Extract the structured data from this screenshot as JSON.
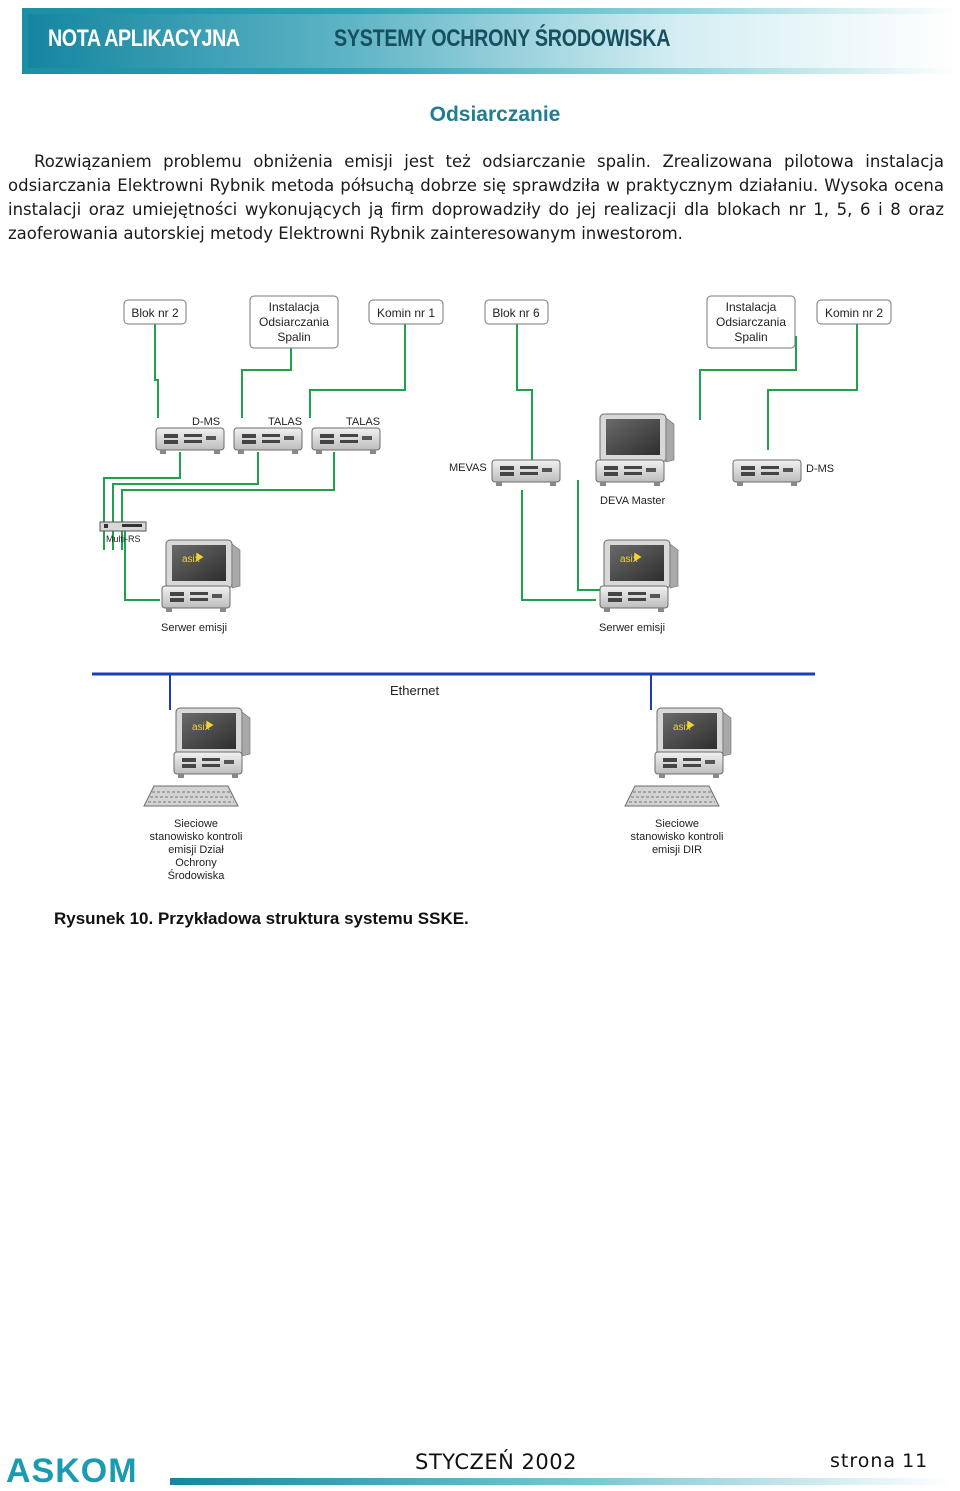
{
  "header": {
    "left_title": "NOTA APLIKACYJNA",
    "right_title": "SYSTEMY OCHRONY ŚRODOWISKA"
  },
  "section_title": "Odsiarczanie",
  "paragraph": "Rozwiązaniem problemu obniżenia emisji jest też odsiarczanie spalin. Zrealizowana pilotowa instalacja odsiarczania Elektrowni Rybnik metoda półsuchą dobrze się sprawdziła w praktycznym działaniu. Wysoka ocena instalacji oraz umiejętności wykonujących ją firm doprowadziły do jej realizacji dla blokach nr 1, 5, 6 i 8 oraz zaoferowania autorskiej metody Elektrowni Rybnik zainteresowanym inwestorom.",
  "diagram": {
    "boxes": {
      "blok2": "Blok nr 2",
      "instalacja1": [
        "Instalacja",
        "Odsiarczania",
        "Spalin"
      ],
      "komin1": "Komin nr 1",
      "blok6": "Blok nr 6",
      "instalacja2": [
        "Instalacja",
        "Odsiarczania",
        "Spalin"
      ],
      "komin2": "Komin nr 2"
    },
    "devices": {
      "dms1": "D-MS",
      "talas1": "TALAS",
      "talas2": "TALAS",
      "mevas": "MEVAS",
      "deva_master": "DEVA Master",
      "dms2": "D-MS",
      "multi_rs": "Multi-RS",
      "serwer1": "Serwer emisji",
      "serwer2": "Serwer emisji",
      "asix_label": "asix"
    },
    "ethernet": "Ethernet",
    "station1": [
      "Sieciowe",
      "stanowisko kontroli",
      "emisji Dział",
      "Ochrony",
      "Środowiska"
    ],
    "station2": [
      "Sieciowe",
      "stanowisko kontroli",
      "emisji DIR"
    ]
  },
  "caption": "Rysunek 10. Przykładowa struktura systemu SSKE.",
  "footer": {
    "logo": "ASKOM",
    "date": "STYCZEŃ 2002",
    "page_label": "strona",
    "page_number": "11"
  },
  "colors": {
    "accent": "#1f7d94",
    "line_green": "#1fa34a",
    "ethernet_blue": "#1a3fb5"
  }
}
